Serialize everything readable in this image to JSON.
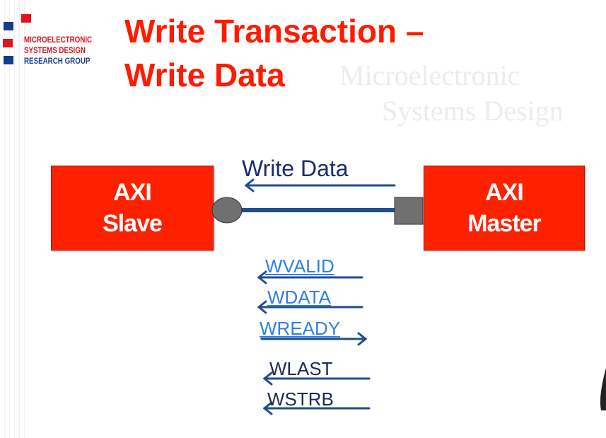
{
  "logo": {
    "line1": "MICROELECTRONIC",
    "line2": "SYSTEMS DESIGN",
    "line3": "RESEARCH GROUP"
  },
  "watermark": {
    "line1": "Microelectronic",
    "line2": "Systems Design"
  },
  "title": {
    "line1": "Write Transaction –",
    "line2": "Write Data"
  },
  "diagram": {
    "slave": {
      "line1": "AXI",
      "line2": "Slave"
    },
    "master": {
      "line1": "AXI",
      "line2": "Master"
    },
    "channel_label": "Write Data",
    "signals": [
      {
        "name": "WVALID",
        "direction": "master-to-slave",
        "link": true
      },
      {
        "name": "WDATA",
        "direction": "master-to-slave",
        "link": true
      },
      {
        "name": "WREADY",
        "direction": "slave-to-master",
        "link": true
      },
      {
        "name": "WLAST",
        "direction": "master-to-slave",
        "link": false
      },
      {
        "name": "WSTRB",
        "direction": "master-to-slave",
        "link": false
      }
    ]
  },
  "colors": {
    "accent": "#ff2000",
    "arrow": "#1f4e8c",
    "link": "#2f7fe8"
  }
}
